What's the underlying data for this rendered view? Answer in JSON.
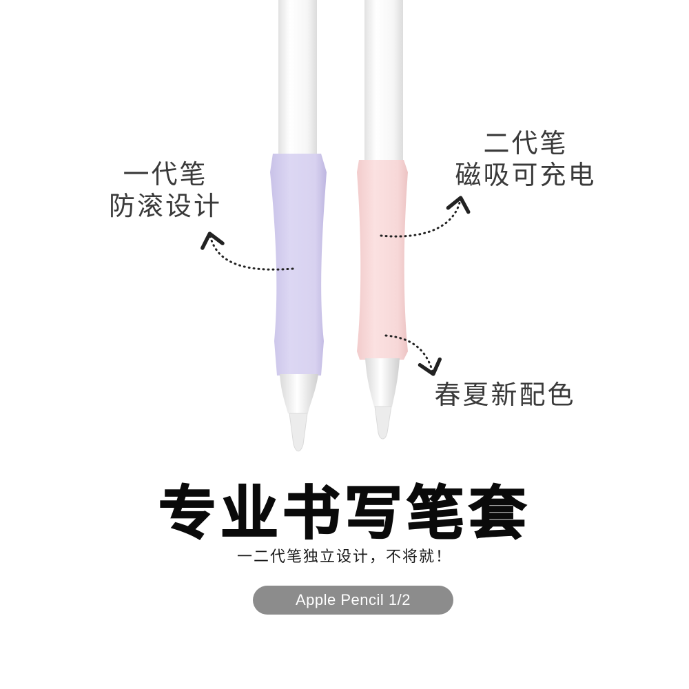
{
  "callouts": {
    "gen1": {
      "line1": "一代笔",
      "line2": "防滚设计"
    },
    "gen2": {
      "line1": "二代笔",
      "line2": "磁吸可充电"
    },
    "color": {
      "line1": "春夏新配色"
    }
  },
  "headline": "专业书写笔套",
  "subline": "一二代笔独立设计，不将就！",
  "badge": "Apple Pencil 1/2",
  "colors": {
    "gen1_grip": "#d8d2f0",
    "gen2_grip": "#f7d8d8",
    "pencil_body": "#f4f4f4",
    "badge_bg": "#8c8c8c",
    "text_dark": "#0a0a0a"
  }
}
